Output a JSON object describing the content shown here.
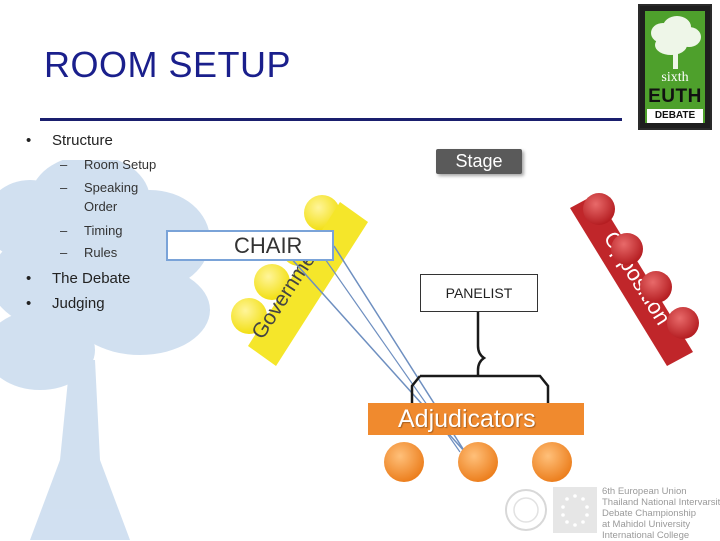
{
  "slide": {
    "title": "ROOM SETUP",
    "outline": {
      "main_bullet": "Structure",
      "sub_items": [
        "Room Setup",
        "Speaking",
        "Order",
        "Timing",
        "Rules"
      ],
      "other_bullets": [
        "The Debate",
        "Judging"
      ]
    },
    "diagram": {
      "stage_label": "Stage",
      "chair_label": "CHAIR",
      "government_label": "Government",
      "opposition_label": "Opposition",
      "panel_label": "PANELIST",
      "adjudicators_label": "Adjudicators"
    },
    "logo": {
      "line1": "sixth",
      "line2": "EUTH",
      "line3": "DEBATE"
    },
    "footer_lines": [
      "6th European Union",
      "Thailand National Intervarsity",
      "Debate Championship",
      "at Mahidol University",
      "International College"
    ]
  },
  "colors": {
    "title": "#1a1f8c",
    "government": "#f5e62a",
    "opposition": "#c0262a",
    "adjudicators": "#f08a2e",
    "tree": "#c6d8ec"
  }
}
